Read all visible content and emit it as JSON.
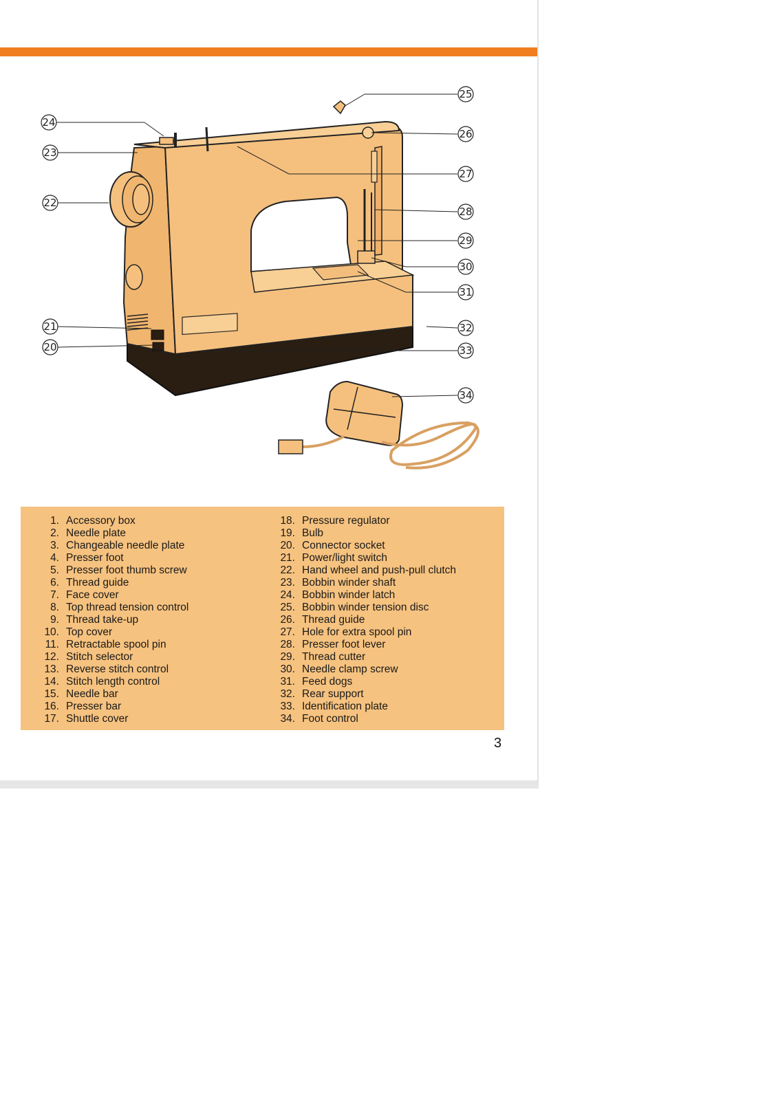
{
  "parts": {
    "left": [
      {
        "num": "1.",
        "label": "Accessory box"
      },
      {
        "num": "2.",
        "label": "Needle plate"
      },
      {
        "num": "3.",
        "label": "Changeable needle plate"
      },
      {
        "num": "4.",
        "label": "Presser foot"
      },
      {
        "num": "5.",
        "label": "Presser foot thumb screw"
      },
      {
        "num": "6.",
        "label": "Thread guide"
      },
      {
        "num": "7.",
        "label": "Face cover"
      },
      {
        "num": "8.",
        "label": "Top thread tension control"
      },
      {
        "num": "9.",
        "label": "Thread take-up"
      },
      {
        "num": "10.",
        "label": "Top cover"
      },
      {
        "num": "11.",
        "label": "Retractable spool pin"
      },
      {
        "num": "12.",
        "label": "Stitch selector"
      },
      {
        "num": "13.",
        "label": "Reverse stitch control"
      },
      {
        "num": "14.",
        "label": "Stitch length control"
      },
      {
        "num": "15.",
        "label": "Needle bar"
      },
      {
        "num": "16.",
        "label": "Presser bar"
      },
      {
        "num": "17.",
        "label": "Shuttle cover"
      }
    ],
    "right": [
      {
        "num": "18.",
        "label": "Pressure regulator"
      },
      {
        "num": "19.",
        "label": "Bulb"
      },
      {
        "num": "20.",
        "label": "Connector socket"
      },
      {
        "num": "21.",
        "label": "Power/light switch"
      },
      {
        "num": "22.",
        "label": "Hand wheel and push-pull clutch"
      },
      {
        "num": "23.",
        "label": "Bobbin winder shaft"
      },
      {
        "num": "24.",
        "label": "Bobbin winder latch"
      },
      {
        "num": "25.",
        "label": "Bobbin winder tension disc"
      },
      {
        "num": "26.",
        "label": "Thread guide"
      },
      {
        "num": "27.",
        "label": "Hole for extra spool pin"
      },
      {
        "num": "28.",
        "label": "Presser foot lever"
      },
      {
        "num": "29.",
        "label": "Thread cutter"
      },
      {
        "num": "30.",
        "label": "Needle clamp screw"
      },
      {
        "num": "31.",
        "label": "Feed dogs"
      },
      {
        "num": "32.",
        "label": "Rear support"
      },
      {
        "num": "33.",
        "label": "Identification plate"
      },
      {
        "num": "34.",
        "label": "Foot control"
      }
    ]
  },
  "callouts": {
    "c20": "20",
    "c21": "21",
    "c22": "22",
    "c23": "23",
    "c24": "24",
    "c25": "25",
    "c26": "26",
    "c27": "27",
    "c28": "28",
    "c29": "29",
    "c30": "30",
    "c31": "31",
    "c32": "32",
    "c33": "33",
    "c34": "34"
  },
  "page_number": "3",
  "colors": {
    "accent_band": "#f07d1f",
    "machine_body": "#f5c07e",
    "legend_box": "#f6c27f",
    "base": "#2a1d12"
  }
}
